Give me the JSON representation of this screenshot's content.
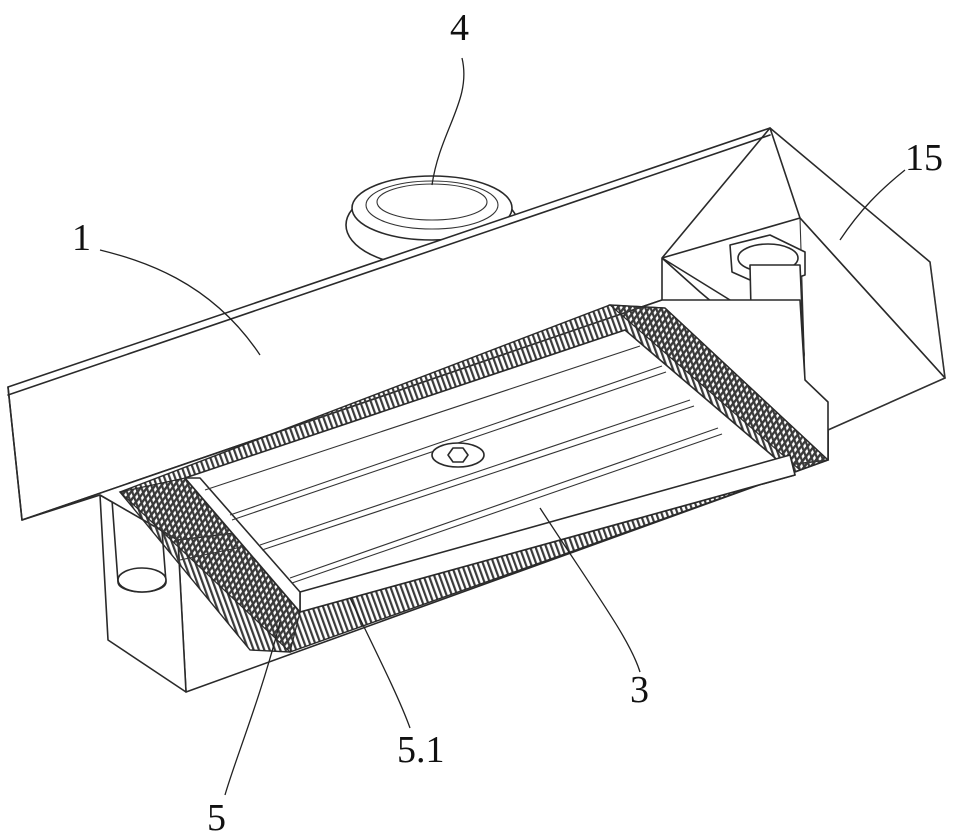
{
  "labels": {
    "l1": "1",
    "l3": "3",
    "l4": "4",
    "l5": "5",
    "l51": "5.1",
    "l15": "15"
  },
  "colors": {
    "line": "#2a2a2a",
    "teeth": "#3a3a3a",
    "background": "#ffffff"
  }
}
